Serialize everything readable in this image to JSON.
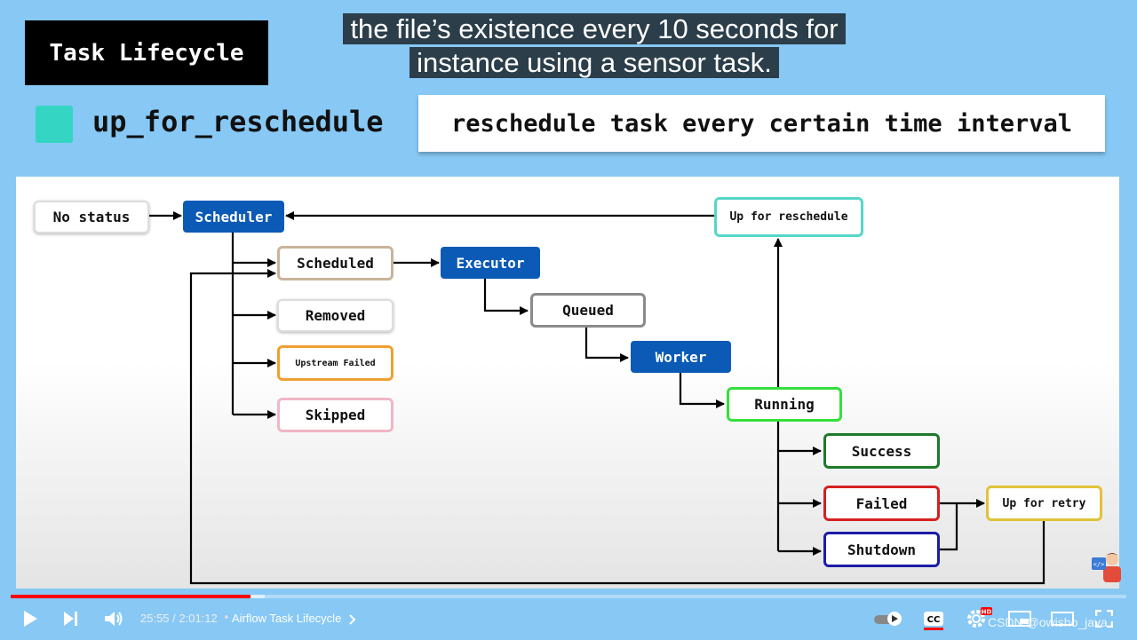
{
  "slide": {
    "title": "Task Lifecycle",
    "caption_line1": "the file’s existence every 10 seconds for",
    "caption_line2": "instance using a sensor task.",
    "legend_state": "up_for_reschedule",
    "legend_description": "reschedule task every certain time interval",
    "legend_color": "#34d6c3"
  },
  "diagram": {
    "nodes": {
      "no_status": "No status",
      "scheduler": "Scheduler",
      "up_for_reschedule": "Up for reschedule",
      "scheduled": "Scheduled",
      "executor": "Executor",
      "removed": "Removed",
      "queued": "Queued",
      "upstream_failed": "Upstream Failed",
      "worker": "Worker",
      "skipped": "Skipped",
      "running": "Running",
      "success": "Success",
      "failed": "Failed",
      "up_for_retry": "Up for retry",
      "shutdown": "Shutdown"
    },
    "colors": {
      "component_blue": "#0a5ab6",
      "scheduled": "#c9b49a",
      "queued": "#8a8a8a",
      "upstream_failed": "#f0a030",
      "skipped": "#f0b6c6",
      "running": "#33e03c",
      "success": "#1d7a2a",
      "failed": "#d62020",
      "shutdown": "#1c1ca8",
      "up_for_retry": "#e0c23a",
      "up_for_reschedule": "#56d6c8"
    }
  },
  "player": {
    "time": "25:55 / 2:01:12",
    "chapter": "Airflow Task Lifecycle",
    "progress_fraction": 0.215,
    "watermark": "CSDN @owisho_java",
    "icons": [
      "play-icon",
      "next-icon",
      "volume-icon",
      "autoplay-toggle-icon",
      "cc-icon",
      "settings-icon",
      "miniplayer-icon",
      "theater-icon",
      "fullscreen-icon"
    ]
  }
}
